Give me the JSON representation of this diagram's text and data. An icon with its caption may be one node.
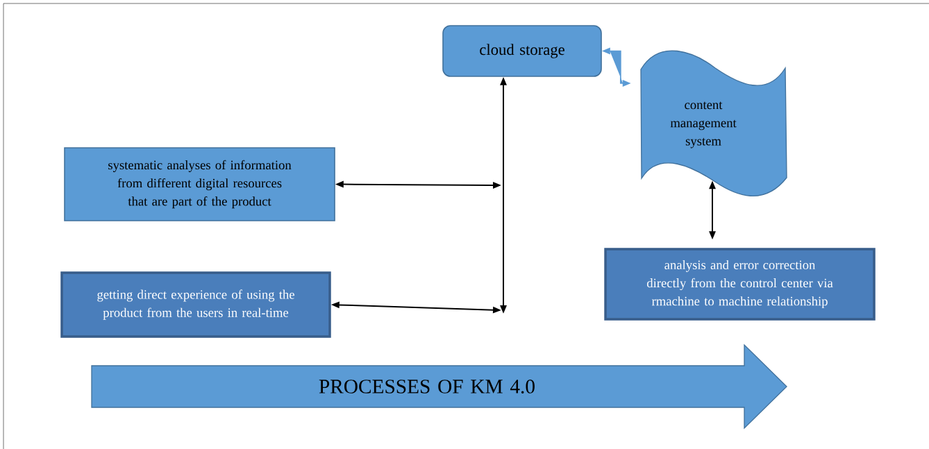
{
  "diagram": {
    "nodes": [
      {
        "text": [
          "cloud storage"
        ]
      },
      {
        "text": [
          "content management system"
        ]
      },
      {
        "text": [
          "systematic analyses of information from different digital resources that are part of the product"
        ]
      },
      {
        "text": [
          "getting direct experience of using the product from the users in real-time"
        ]
      },
      {
        "text": [
          "analysis and error correction directly from the control center via rmachine to machine relationship"
        ]
      },
      {
        "text": [
          "PROCESSES OF KM 4.0"
        ]
      }
    ],
    "edges": [
      {
        "from": 2,
        "to": null,
        "arrow": "both"
      },
      {
        "from": 3,
        "to": null,
        "arrow": "both"
      },
      {
        "from": 0,
        "to": null,
        "arrow": "both"
      },
      {
        "from": 0,
        "to": 1,
        "arrow": "both",
        "color": "#5b9bd5"
      },
      {
        "from": 1,
        "to": 4,
        "arrow": "both"
      }
    ]
  }
}
